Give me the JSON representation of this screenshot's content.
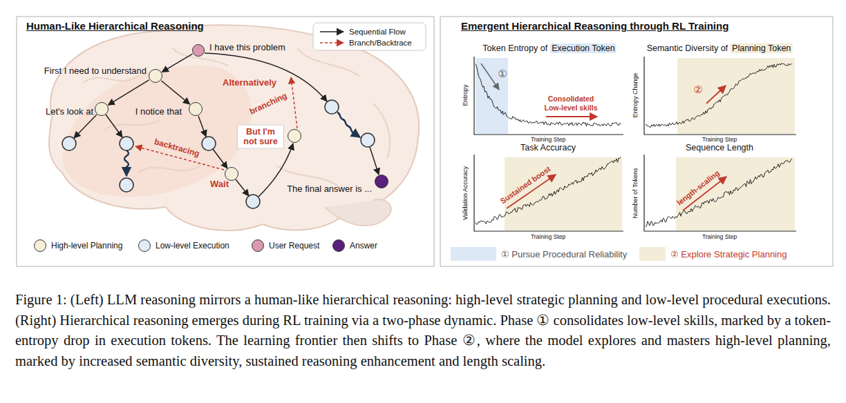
{
  "diagram": {
    "caption": "Figure 1: (Left) LLM reasoning mirrors a human-like hierarchical reasoning: high-level strategic planning and low-level procedural executions. (Right) Hierarchical reasoning emerges during RL training via a two-phase dynamic. Phase ① consolidates low-level skills, marked by a token-entropy drop in execution tokens. The learning frontier then shifts to Phase ②, where the model explores and masters high-level planning, marked by increased semantic diversity, sustained reasoning enhancement and length scaling.",
    "nodes": [
      {
        "text": [
          "I have this problem"
        ]
      },
      {
        "text": [
          "First I need to understand"
        ]
      },
      {
        "text": [
          "Let's look at"
        ]
      },
      {
        "text": [
          "I notice that"
        ]
      },
      {
        "text": [
          "But I'm not sure"
        ]
      },
      {
        "text": [
          "Wait"
        ]
      },
      {
        "text": [
          "The final answer is ..."
        ]
      }
    ],
    "edges": [
      {
        "from": 0,
        "to": 1,
        "arrow": "to"
      },
      {
        "from": 1,
        "to": 2,
        "arrow": "to"
      },
      {
        "from": 1,
        "to": 3,
        "arrow": "to"
      }
    ],
    "labels": [
      "Human-Like Hierarchical Reasoning",
      "Alternatively",
      "branching",
      "backtracing",
      "Emergent Hierarchical Reasoning through RL Training",
      "Token Entropy of",
      "Execution Token",
      "Semantic Diversity of",
      "Planning Token",
      "Task Accuracy",
      "Sequence Length",
      "Entropy",
      "Entropy Change",
      "Validation Accuracy",
      "Number of Tokens",
      "Training Step",
      "Training Step",
      "Training Step",
      "Training Step",
      "①",
      "Consolidated Low-level skills",
      "②",
      "Sustained boost",
      "length-scaling"
    ],
    "legend": [
      {
        "text": "Sequential Flow"
      },
      {
        "text": "Branch/Backtrace"
      },
      {
        "text": "High-level Planning",
        "color": "#f5efd9"
      },
      {
        "text": "Low-level Execution",
        "color": "#e1ebf6"
      },
      {
        "text": "User Request",
        "color": "#d999b1"
      },
      {
        "text": "Answer",
        "color": "#5b1f7c"
      },
      {
        "text": "① Pursue Procedural Reliability",
        "color": "#dce8f6"
      },
      {
        "text": "② Explore Strategic Planning",
        "color": "#f3ecd8"
      }
    ]
  }
}
